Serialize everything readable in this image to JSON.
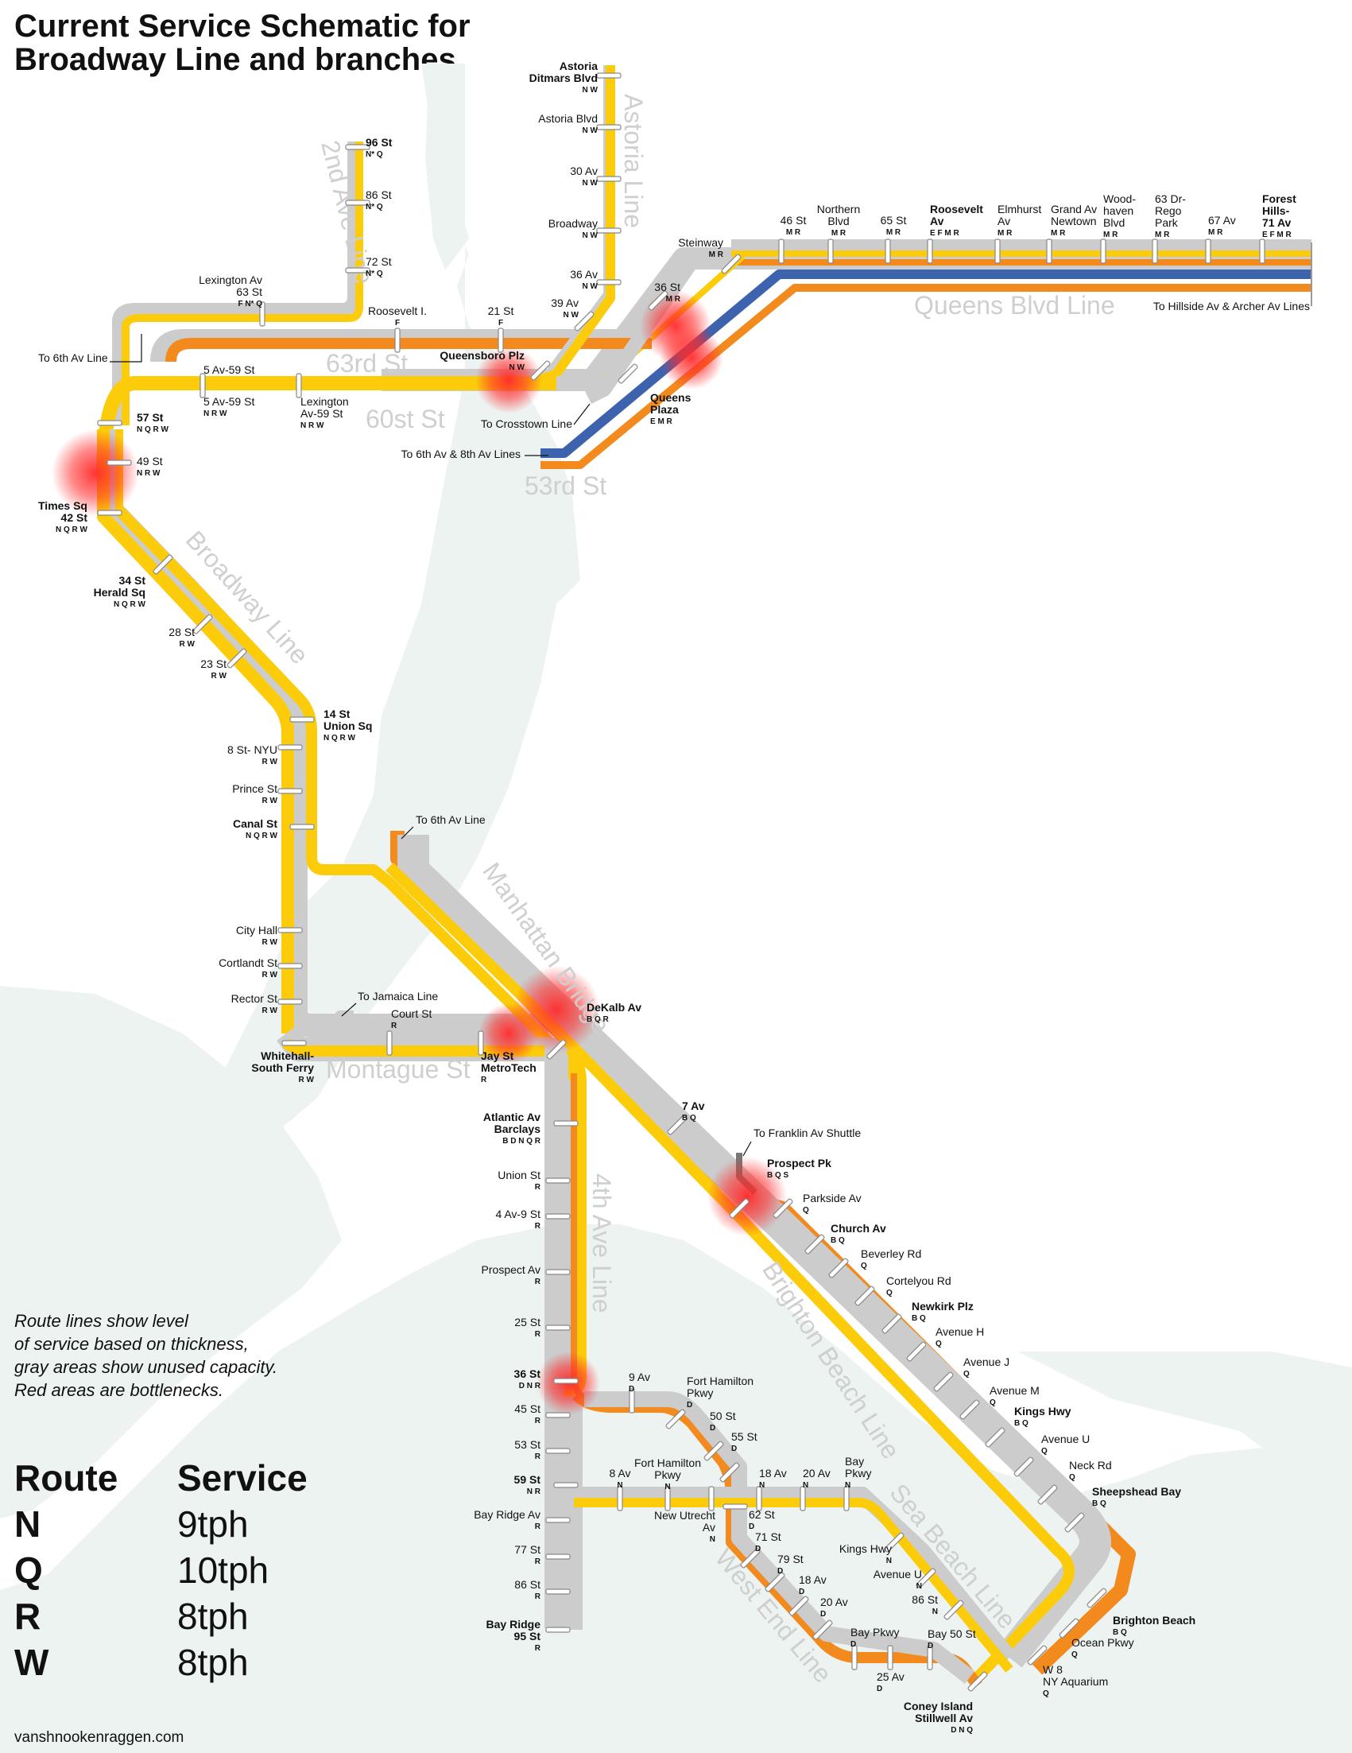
{
  "title": [
    "Current Service Schematic for",
    "Broadway Line and branches"
  ],
  "colors": {
    "broadway_yellow": "#FCCC0A",
    "sixth_av_orange": "#F28A1E",
    "eighth_av_blue": "#3E63AE",
    "unused_gray": "#CCCCCC",
    "bottleneck_red": "#FF2A2A",
    "water": "#EDF3F1"
  },
  "corridor_labels": {
    "astoria": "Astoria Line",
    "second_av": "2nd Ave Line",
    "queens_blvd": "Queens Blvd Line",
    "st63": "63rd St",
    "st60": "60st St",
    "st53": "53rd St",
    "broadway": "Broadway Line",
    "manhattan_bridge": "Manhattan Bridge",
    "montague": "Montague St",
    "fourth_av": "4th Ave Line",
    "brighton": "Brighton Beach Line",
    "sea_beach": "Sea Beach Line",
    "west_end": "West End Line"
  },
  "connections": {
    "to_6th_av": "To 6th Av Line",
    "hillside": "To Hillside Av & Archer Av Lines",
    "crosstown": "To Crosstown Line",
    "six_eight": "To 6th Av & 8th Av Lines",
    "to_6th_av_bk": "To 6th Av Line",
    "jamaica": "To Jamaica Line",
    "franklin": "To Franklin Av Shuttle"
  },
  "stations": {
    "astoria_ditmars": {
      "name": [
        "Astoria",
        "Ditmars Blvd"
      ],
      "routes": "N W"
    },
    "astoria_blvd": {
      "name": [
        "Astoria Blvd"
      ],
      "routes": "N W"
    },
    "av30": {
      "name": [
        "30 Av"
      ],
      "routes": "N W"
    },
    "broadway": {
      "name": [
        "Broadway"
      ],
      "routes": "N W"
    },
    "av36": {
      "name": [
        "36 Av"
      ],
      "routes": "N W"
    },
    "av39": {
      "name": [
        "39 Av"
      ],
      "routes": "N W"
    },
    "st96": {
      "name": [
        "96 St"
      ],
      "routes": "N* Q"
    },
    "st86": {
      "name": [
        "86 St"
      ],
      "routes": "N* Q"
    },
    "st72": {
      "name": [
        "72 St"
      ],
      "routes": "N* Q"
    },
    "lex63": {
      "name": [
        "Lexington Av",
        "63 St"
      ],
      "routes": "F N* Q"
    },
    "roosevelt_i": {
      "name": [
        "Roosevelt I."
      ],
      "routes": "F"
    },
    "st21": {
      "name": [
        "21 St"
      ],
      "routes": "F"
    },
    "queensboro": {
      "name": [
        "Queensboro Plz"
      ],
      "routes": "N W"
    },
    "st36q": {
      "name": [
        "36 St"
      ],
      "routes": "M R"
    },
    "queens_plaza": {
      "name": [
        "Queens",
        "Plaza"
      ],
      "routes": "E M R"
    },
    "steinway": {
      "name": [
        "Steinway"
      ],
      "routes": "M R"
    },
    "st46": {
      "name": [
        "46 St"
      ],
      "routes": "M R"
    },
    "northern": {
      "name": [
        "Northern",
        "Blvd"
      ],
      "routes": "M R"
    },
    "st65": {
      "name": [
        "65 St"
      ],
      "routes": "M R"
    },
    "roosevelt_av": {
      "name": [
        "Roosevelt",
        "Av"
      ],
      "routes": "E F M R"
    },
    "elmhurst": {
      "name": [
        "Elmhurst",
        "Av"
      ],
      "routes": "M R"
    },
    "grand": {
      "name": [
        "Grand Av",
        "Newtown"
      ],
      "routes": "M R"
    },
    "woodhaven": {
      "name": [
        "Wood-",
        "haven",
        "Blvd"
      ],
      "routes": "M R"
    },
    "rego": {
      "name": [
        "63 Dr-",
        "Rego",
        "Park"
      ],
      "routes": "M R"
    },
    "av67": {
      "name": [
        "67 Av"
      ],
      "routes": "M R"
    },
    "forest_hills": {
      "name": [
        "Forest",
        "Hills-",
        "71 Av"
      ],
      "routes": "E F M R"
    },
    "fifth59": {
      "name": [
        "5 Av-59 St"
      ],
      "routes": ""
    },
    "fifth59b": {
      "name": [
        "5 Av-59 St"
      ],
      "routes": "N R W"
    },
    "lex59": {
      "name": [
        "Lexington",
        "Av-59 St"
      ],
      "routes": "N R W"
    },
    "st57": {
      "name": [
        "57 St"
      ],
      "routes": "N Q R W"
    },
    "st49": {
      "name": [
        "49 St"
      ],
      "routes": "N R W"
    },
    "times_sq": {
      "name": [
        "Times Sq",
        "42 St"
      ],
      "routes": "N Q R W"
    },
    "herald": {
      "name": [
        "34 St",
        "Herald Sq"
      ],
      "routes": "N Q R W"
    },
    "st28": {
      "name": [
        "28 St"
      ],
      "routes": "R W"
    },
    "st23": {
      "name": [
        "23 St"
      ],
      "routes": "R W"
    },
    "union_sq": {
      "name": [
        "14 St",
        "Union Sq"
      ],
      "routes": "N Q R W"
    },
    "st8": {
      "name": [
        "8 St- NYU"
      ],
      "routes": "R W"
    },
    "prince": {
      "name": [
        "Prince St"
      ],
      "routes": "R W"
    },
    "canal": {
      "name": [
        "Canal St"
      ],
      "routes": "N Q R W"
    },
    "city_hall": {
      "name": [
        "City Hall"
      ],
      "routes": "R W"
    },
    "cortlandt": {
      "name": [
        "Cortlandt St"
      ],
      "routes": "R W"
    },
    "rector": {
      "name": [
        "Rector St"
      ],
      "routes": "R W"
    },
    "whitehall": {
      "name": [
        "Whitehall-",
        "South Ferry"
      ],
      "routes": "R W"
    },
    "court": {
      "name": [
        "Court St"
      ],
      "routes": "R"
    },
    "jay": {
      "name": [
        "Jay St",
        "MetroTech"
      ],
      "routes": "R"
    },
    "dekalb": {
      "name": [
        "DeKalb Av"
      ],
      "routes": "B Q R"
    },
    "atlantic": {
      "name": [
        "Atlantic Av",
        "Barclays"
      ],
      "routes": "B D N Q R"
    },
    "union_st": {
      "name": [
        "Union St"
      ],
      "routes": "R"
    },
    "av4_9": {
      "name": [
        "4 Av-9 St"
      ],
      "routes": "R"
    },
    "prospect_av": {
      "name": [
        "Prospect Av"
      ],
      "routes": "R"
    },
    "st25": {
      "name": [
        "25 St"
      ],
      "routes": "R"
    },
    "st36b": {
      "name": [
        "36 St"
      ],
      "routes": "D N R"
    },
    "st45": {
      "name": [
        "45 St"
      ],
      "routes": "R"
    },
    "st53": {
      "name": [
        "53 St"
      ],
      "routes": "R"
    },
    "st59": {
      "name": [
        "59 St"
      ],
      "routes": "N R"
    },
    "bay_ridge_av": {
      "name": [
        "Bay Ridge Av"
      ],
      "routes": "R"
    },
    "st77": {
      "name": [
        "77 St"
      ],
      "routes": "R"
    },
    "st86b": {
      "name": [
        "86 St"
      ],
      "routes": "R"
    },
    "bay_ridge_95": {
      "name": [
        "Bay Ridge",
        "95 St"
      ],
      "routes": "R"
    },
    "av7": {
      "name": [
        "7 Av"
      ],
      "routes": "B Q"
    },
    "prospect_pk": {
      "name": [
        "Prospect Pk"
      ],
      "routes": "B Q S"
    },
    "parkside": {
      "name": [
        "Parkside Av"
      ],
      "routes": "Q"
    },
    "church": {
      "name": [
        "Church Av"
      ],
      "routes": "B Q"
    },
    "beverley": {
      "name": [
        "Beverley Rd"
      ],
      "routes": "Q"
    },
    "cortelyou": {
      "name": [
        "Cortelyou Rd"
      ],
      "routes": "Q"
    },
    "newkirk": {
      "name": [
        "Newkirk Plz"
      ],
      "routes": "B Q"
    },
    "av_h": {
      "name": [
        "Avenue H"
      ],
      "routes": "Q"
    },
    "av_j": {
      "name": [
        "Avenue J"
      ],
      "routes": "Q"
    },
    "av_m": {
      "name": [
        "Avenue M"
      ],
      "routes": "Q"
    },
    "kings_hwy": {
      "name": [
        "Kings Hwy"
      ],
      "routes": "B Q"
    },
    "av_u": {
      "name": [
        "Avenue U"
      ],
      "routes": "Q"
    },
    "neck": {
      "name": [
        "Neck Rd"
      ],
      "routes": "Q"
    },
    "sheepshead": {
      "name": [
        "Sheepshead Bay"
      ],
      "routes": "B Q"
    },
    "brighton_beach": {
      "name": [
        "Brighton Beach"
      ],
      "routes": "B Q"
    },
    "ocean_pkwy": {
      "name": [
        "Ocean Pkwy"
      ],
      "routes": "Q"
    },
    "w8": {
      "name": [
        "W 8",
        "NY Aquarium"
      ],
      "routes": "Q"
    },
    "coney": {
      "name": [
        "Coney Island",
        "Stillwell Av"
      ],
      "routes": "D N Q"
    },
    "av9": {
      "name": [
        "9 Av"
      ],
      "routes": "D"
    },
    "fort_ham_d": {
      "name": [
        "Fort Hamilton",
        "Pkwy"
      ],
      "routes": "D"
    },
    "st50": {
      "name": [
        "50 St"
      ],
      "routes": "D"
    },
    "st55": {
      "name": [
        "55 St"
      ],
      "routes": "D"
    },
    "st62": {
      "name": [
        "62 St"
      ],
      "routes": "D"
    },
    "st71": {
      "name": [
        "71 St"
      ],
      "routes": "D"
    },
    "st79": {
      "name": [
        "79 St"
      ],
      "routes": "D"
    },
    "av18d": {
      "name": [
        "18 Av"
      ],
      "routes": "D"
    },
    "av20d": {
      "name": [
        "20 Av"
      ],
      "routes": "D"
    },
    "bay_pkwy_d": {
      "name": [
        "Bay Pkwy"
      ],
      "routes": "D"
    },
    "av25": {
      "name": [
        "25 Av"
      ],
      "routes": "D"
    },
    "bay50": {
      "name": [
        "Bay 50 St"
      ],
      "routes": "D"
    },
    "av8n": {
      "name": [
        "8 Av"
      ],
      "routes": "N"
    },
    "fort_ham_n": {
      "name": [
        "Fort Hamilton",
        "Pkwy"
      ],
      "routes": "N"
    },
    "new_utrecht": {
      "name": [
        "New Utrecht",
        "Av"
      ],
      "routes": "N"
    },
    "av18n": {
      "name": [
        "18 Av"
      ],
      "routes": "N"
    },
    "av20n": {
      "name": [
        "20 Av"
      ],
      "routes": "N"
    },
    "bay_pkwy_n": {
      "name": [
        "Bay",
        "Pkwy"
      ],
      "routes": "N"
    },
    "kings_hwy_n": {
      "name": [
        "Kings Hwy"
      ],
      "routes": "N"
    },
    "av_u_n": {
      "name": [
        "Avenue U"
      ],
      "routes": "N"
    },
    "st86n": {
      "name": [
        "86 St"
      ],
      "routes": "N"
    }
  },
  "note": [
    "Route lines show level",
    "of service based on thickness,",
    "gray areas show unused capacity.",
    "Red areas are bottlenecks."
  ],
  "legend": {
    "header": {
      "route": "Route",
      "service": "Service"
    },
    "rows": [
      {
        "route": "N",
        "service": "9tph"
      },
      {
        "route": "Q",
        "service": "10tph"
      },
      {
        "route": "R",
        "service": "8tph"
      },
      {
        "route": "W",
        "service": "8tph"
      }
    ]
  },
  "credit": "vanshnookenraggen.com"
}
